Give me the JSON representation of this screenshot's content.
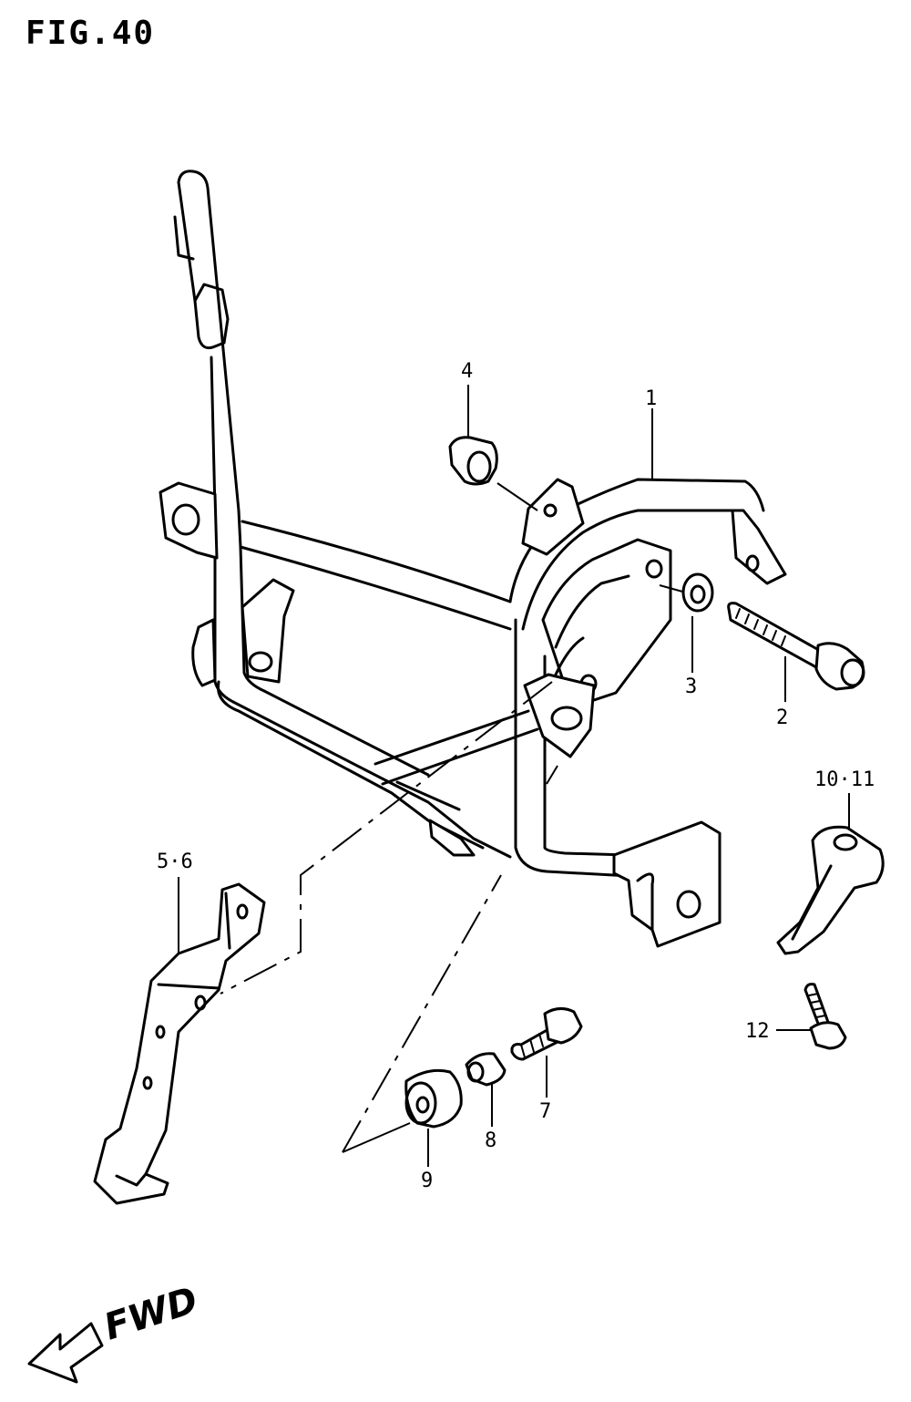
{
  "figure": {
    "title": "FIG.40"
  },
  "direction": {
    "label": "FWD"
  },
  "callouts": {
    "c1": "1",
    "c2": "2",
    "c3": "3",
    "c4": "4",
    "c5_6": "5·6",
    "c7": "7",
    "c8": "8",
    "c9": "9",
    "c10_11": "10·11",
    "c12": "12"
  }
}
